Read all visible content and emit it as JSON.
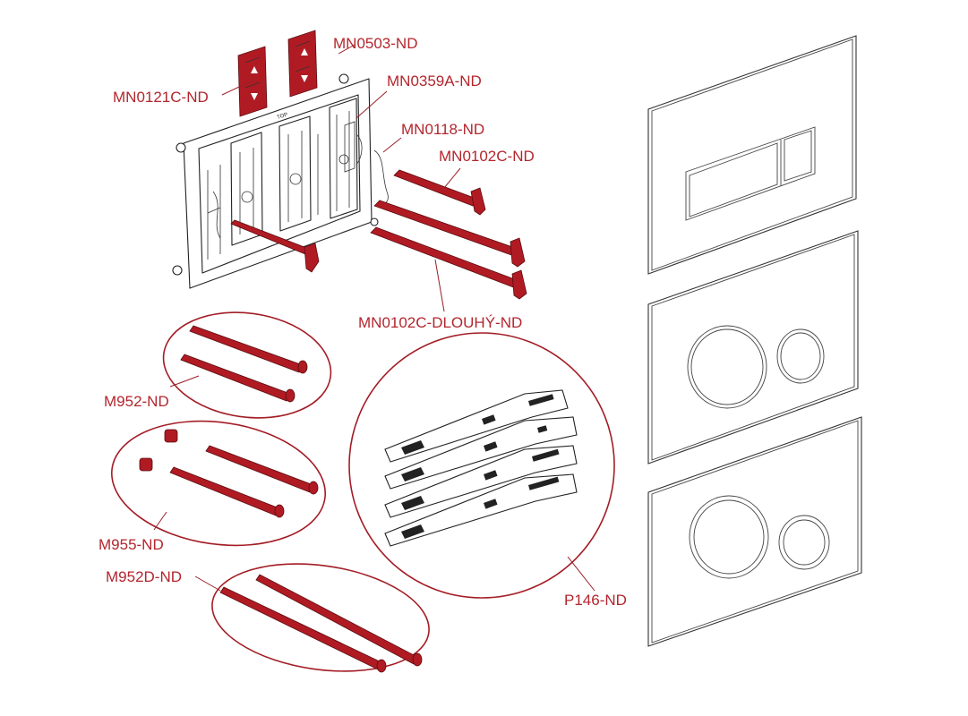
{
  "labels": {
    "mn0503": "MN0503-ND",
    "mn0121c": "MN0121C-ND",
    "mn0359a": "MN0359A-ND",
    "mn0118": "MN0118-ND",
    "mn0102c": "MN0102C-ND",
    "mn0102c_long": "MN0102C-DLOUHÝ-ND",
    "m952": "M952-ND",
    "m955": "M955-ND",
    "m952d": "M952D-ND",
    "p146": "P146-ND"
  },
  "frame_marking": "TOP",
  "colors": {
    "part_red": "#b01b23",
    "label_red": "#b3262e",
    "outline": "#222222"
  }
}
